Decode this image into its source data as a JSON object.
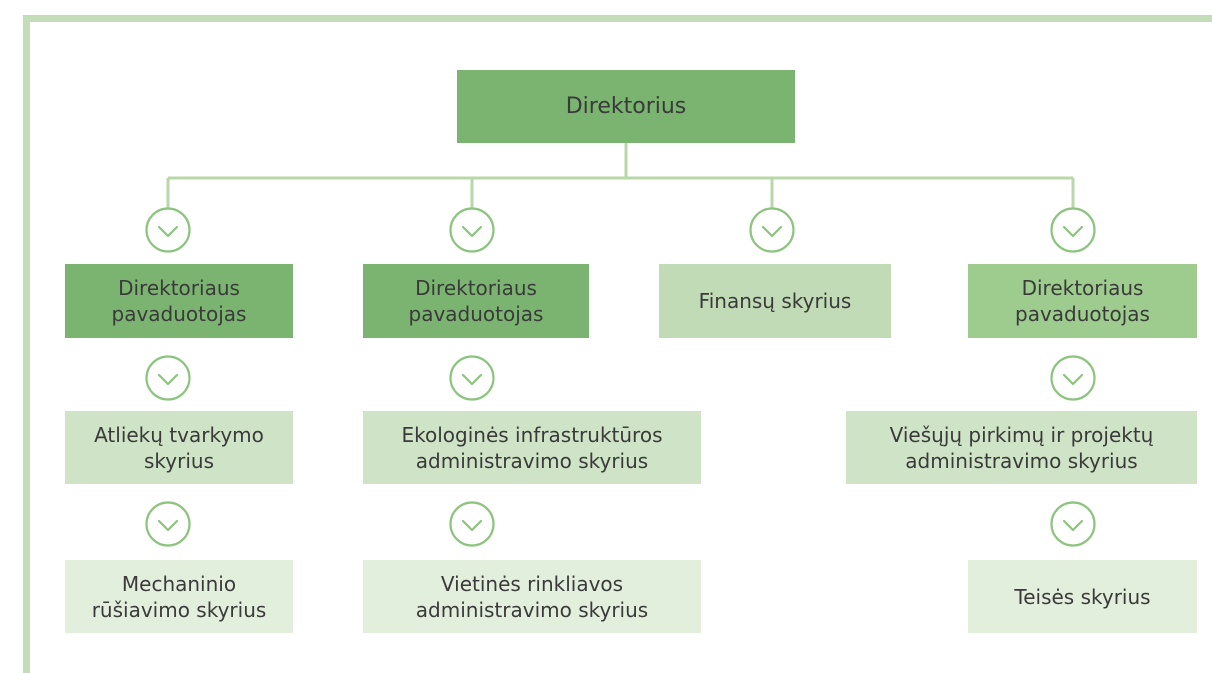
{
  "director": {
    "label": "Direktorius"
  },
  "columns": [
    {
      "head": {
        "line1": "Direktoriaus",
        "line2": "pavaduotojas"
      },
      "level2": {
        "line1": "Atliekų tvarkymo",
        "line2": "skyrius"
      },
      "level3": {
        "line1": "Mechaninio",
        "line2": "rūšiavimo skyrius"
      }
    },
    {
      "head": {
        "line1": "Direktoriaus",
        "line2": "pavaduotojas"
      },
      "level2": {
        "line1": "Ekologinės infrastruktūros",
        "line2": "administravimo skyrius"
      },
      "level3": {
        "line1": "Vietinės rinkliavos",
        "line2": "administravimo skyrius"
      }
    },
    {
      "head": {
        "line1": "Finansų skyrius"
      }
    },
    {
      "head": {
        "line1": "Direktoriaus",
        "line2": "pavaduotojas"
      },
      "level2": {
        "line1": "Viešųjų pirkimų ir projektų",
        "line2": "administravimo skyrius"
      },
      "level3": {
        "line1": "Teisės skyrius"
      }
    }
  ],
  "colors": {
    "frame": "#c4ddb9",
    "connector": "#b8d8aa",
    "director": "#7bb470",
    "deputy_dark": "#7bb470",
    "deputy_mid": "#9ecb8e",
    "department": "#cfe4c6",
    "finance": "#c0dbb5",
    "subdepartment": "#e3efdd",
    "chevron": "#8cc47e"
  },
  "icons": {
    "expand": "chevron-down-circle-icon"
  }
}
